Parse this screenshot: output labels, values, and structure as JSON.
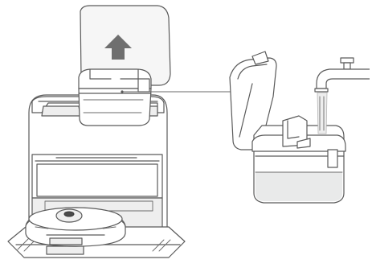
{
  "figure": {
    "colors": {
      "line": "#5a5a5a",
      "arrow": "#6f6f6f",
      "water": "#e9eaea",
      "panel": "#f6f6f6",
      "background": "#ffffff"
    },
    "parts": [
      "docking-station",
      "clean-water-tank",
      "lift-arrow",
      "callout-line",
      "open-tank",
      "water-tap",
      "water-stream",
      "robot-vacuum",
      "ramp"
    ]
  }
}
